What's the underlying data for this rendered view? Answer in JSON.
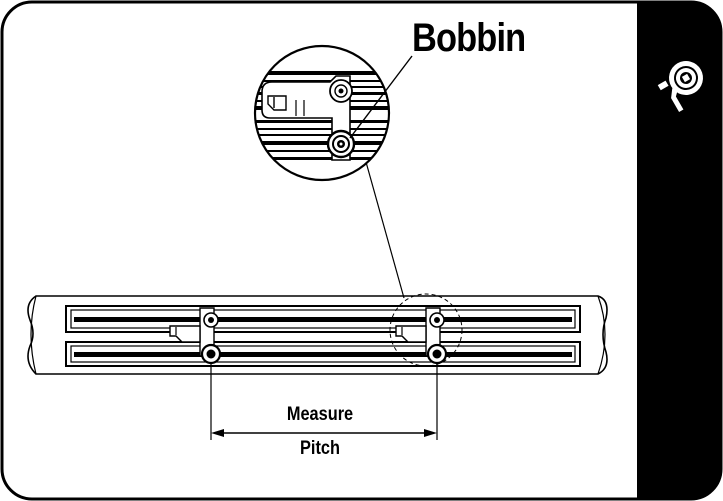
{
  "callout": {
    "label": "Bobbin"
  },
  "dimension": {
    "line1": "Measure",
    "line2": "Pitch"
  },
  "sidebar": {
    "icon": "tape-measure-icon"
  },
  "colors": {
    "frame": "#000000",
    "background": "#ffffff",
    "sidebar": "#000000"
  }
}
